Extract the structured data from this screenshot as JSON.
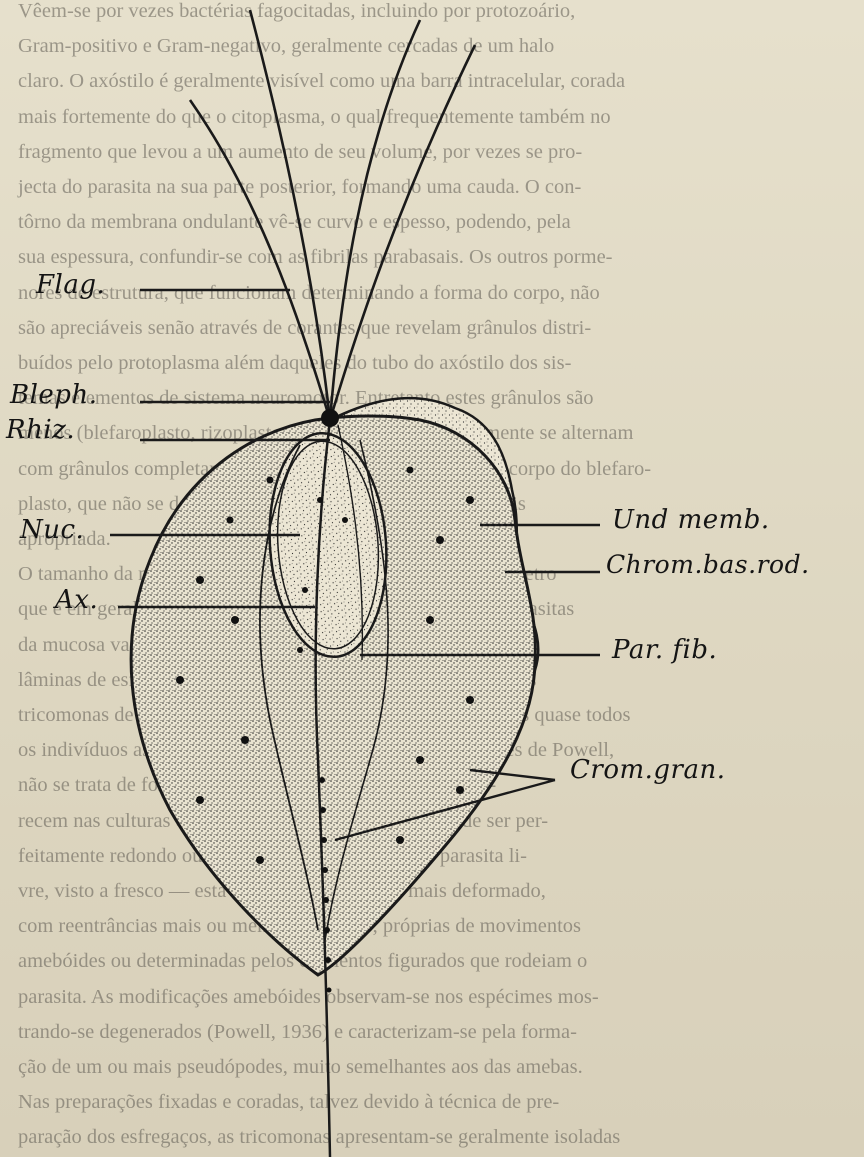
{
  "figure": {
    "labels": {
      "flag": "Flag.",
      "bleph": "Bleph.",
      "rhiz": "Rhiz.",
      "nuc": "Nuc.",
      "ax": "Ax.",
      "und_memb": "Und memb.",
      "chrom_bas_rod": "Chrom.bas.rod.",
      "par_fib": "Par. fib.",
      "crom_gran": "Crom.gran."
    }
  },
  "background_text": [
    "Vêem-se por vezes bactérias fagocitadas, incluindo por protozoário,",
    "Gram-positivo e Gram-negativo, geralmente cercadas de um halo",
    "claro. O axóstilo é geralmente visível como uma barra intracelular, corada",
    "mais fortemente do que o citoplasma, o qual frequentemente também no",
    "fragmento que levou a um aumento de seu volume, por vezes se pro-",
    "jecta do parasita na sua parte posterior, formando uma cauda. O con-",
    "tôrno da membrana ondulante vê-se curvo e espesso, podendo, pela",
    "sua espessura, confundir-se com as fibrilas parabasais. Os outros porme-",
    "nores de estrutura, que funcionam determinando a forma do corpo, não",
    "são apreciáveis senão através de corantes que revelam grânulos distri-",
    "buídos pelo protoplasma além daqueles do tubo do axóstilo dos sis-",
    "temas elementos de sistema neuromotor. Entretanto estes grânulos são",
    "menos (blefaroplasto, rizoplasto, fibrilas), os quais comumente se alternam",
    "com grânulos completamente coloridos no protoplasma, no corpo do blefaro-",
    "plasto, que não se deixam distinguir senão por coloração mais",
    "apropriada.",
    "O tamanho da membrana ondulante é variável, sendo de diâmetro",
    "que é em geral maior que o comprimento do corpo; alguns parasitas",
    "da mucosa vaginal são pequenos e ovais, medindo entre",
    "lâminas de esfregaços diferentemente corados, variações várias",
    "tricomonas de uma mesma lâmina. Embora sejam encontradas quase todos",
    "os indivíduos assim muito parecidos, segundo as observações de Powell,",
    "não se trata de formas de multiplicação, pois estas desapa-",
    "recem nas culturas e sub-cultura. A forma do corpo pode ser per-",
    "feitamente redondo ou piriforme, vendo-se quando parasita li-",
    "vre, visto a fresco — esta forma pode tornar-se mais deformado,",
    "com reentrâncias mais ou menos profundas, próprias de movimentos",
    "amebóides ou determinadas pelos elementos figurados que rodeiam o",
    "parasita. As modificações amebóides observam-se nos espécimes mos-",
    "trando-se degenerados (Powell, 1936) e caracterizam-se pela forma-",
    "ção de um ou mais pseudópodes, muito semelhantes aos das amebas.",
    "Nas preparações fixadas e coradas, talvez devido à técnica de pre-",
    "paração dos esfregaços, as tricomonas apresentam-se geralmente isoladas"
  ]
}
